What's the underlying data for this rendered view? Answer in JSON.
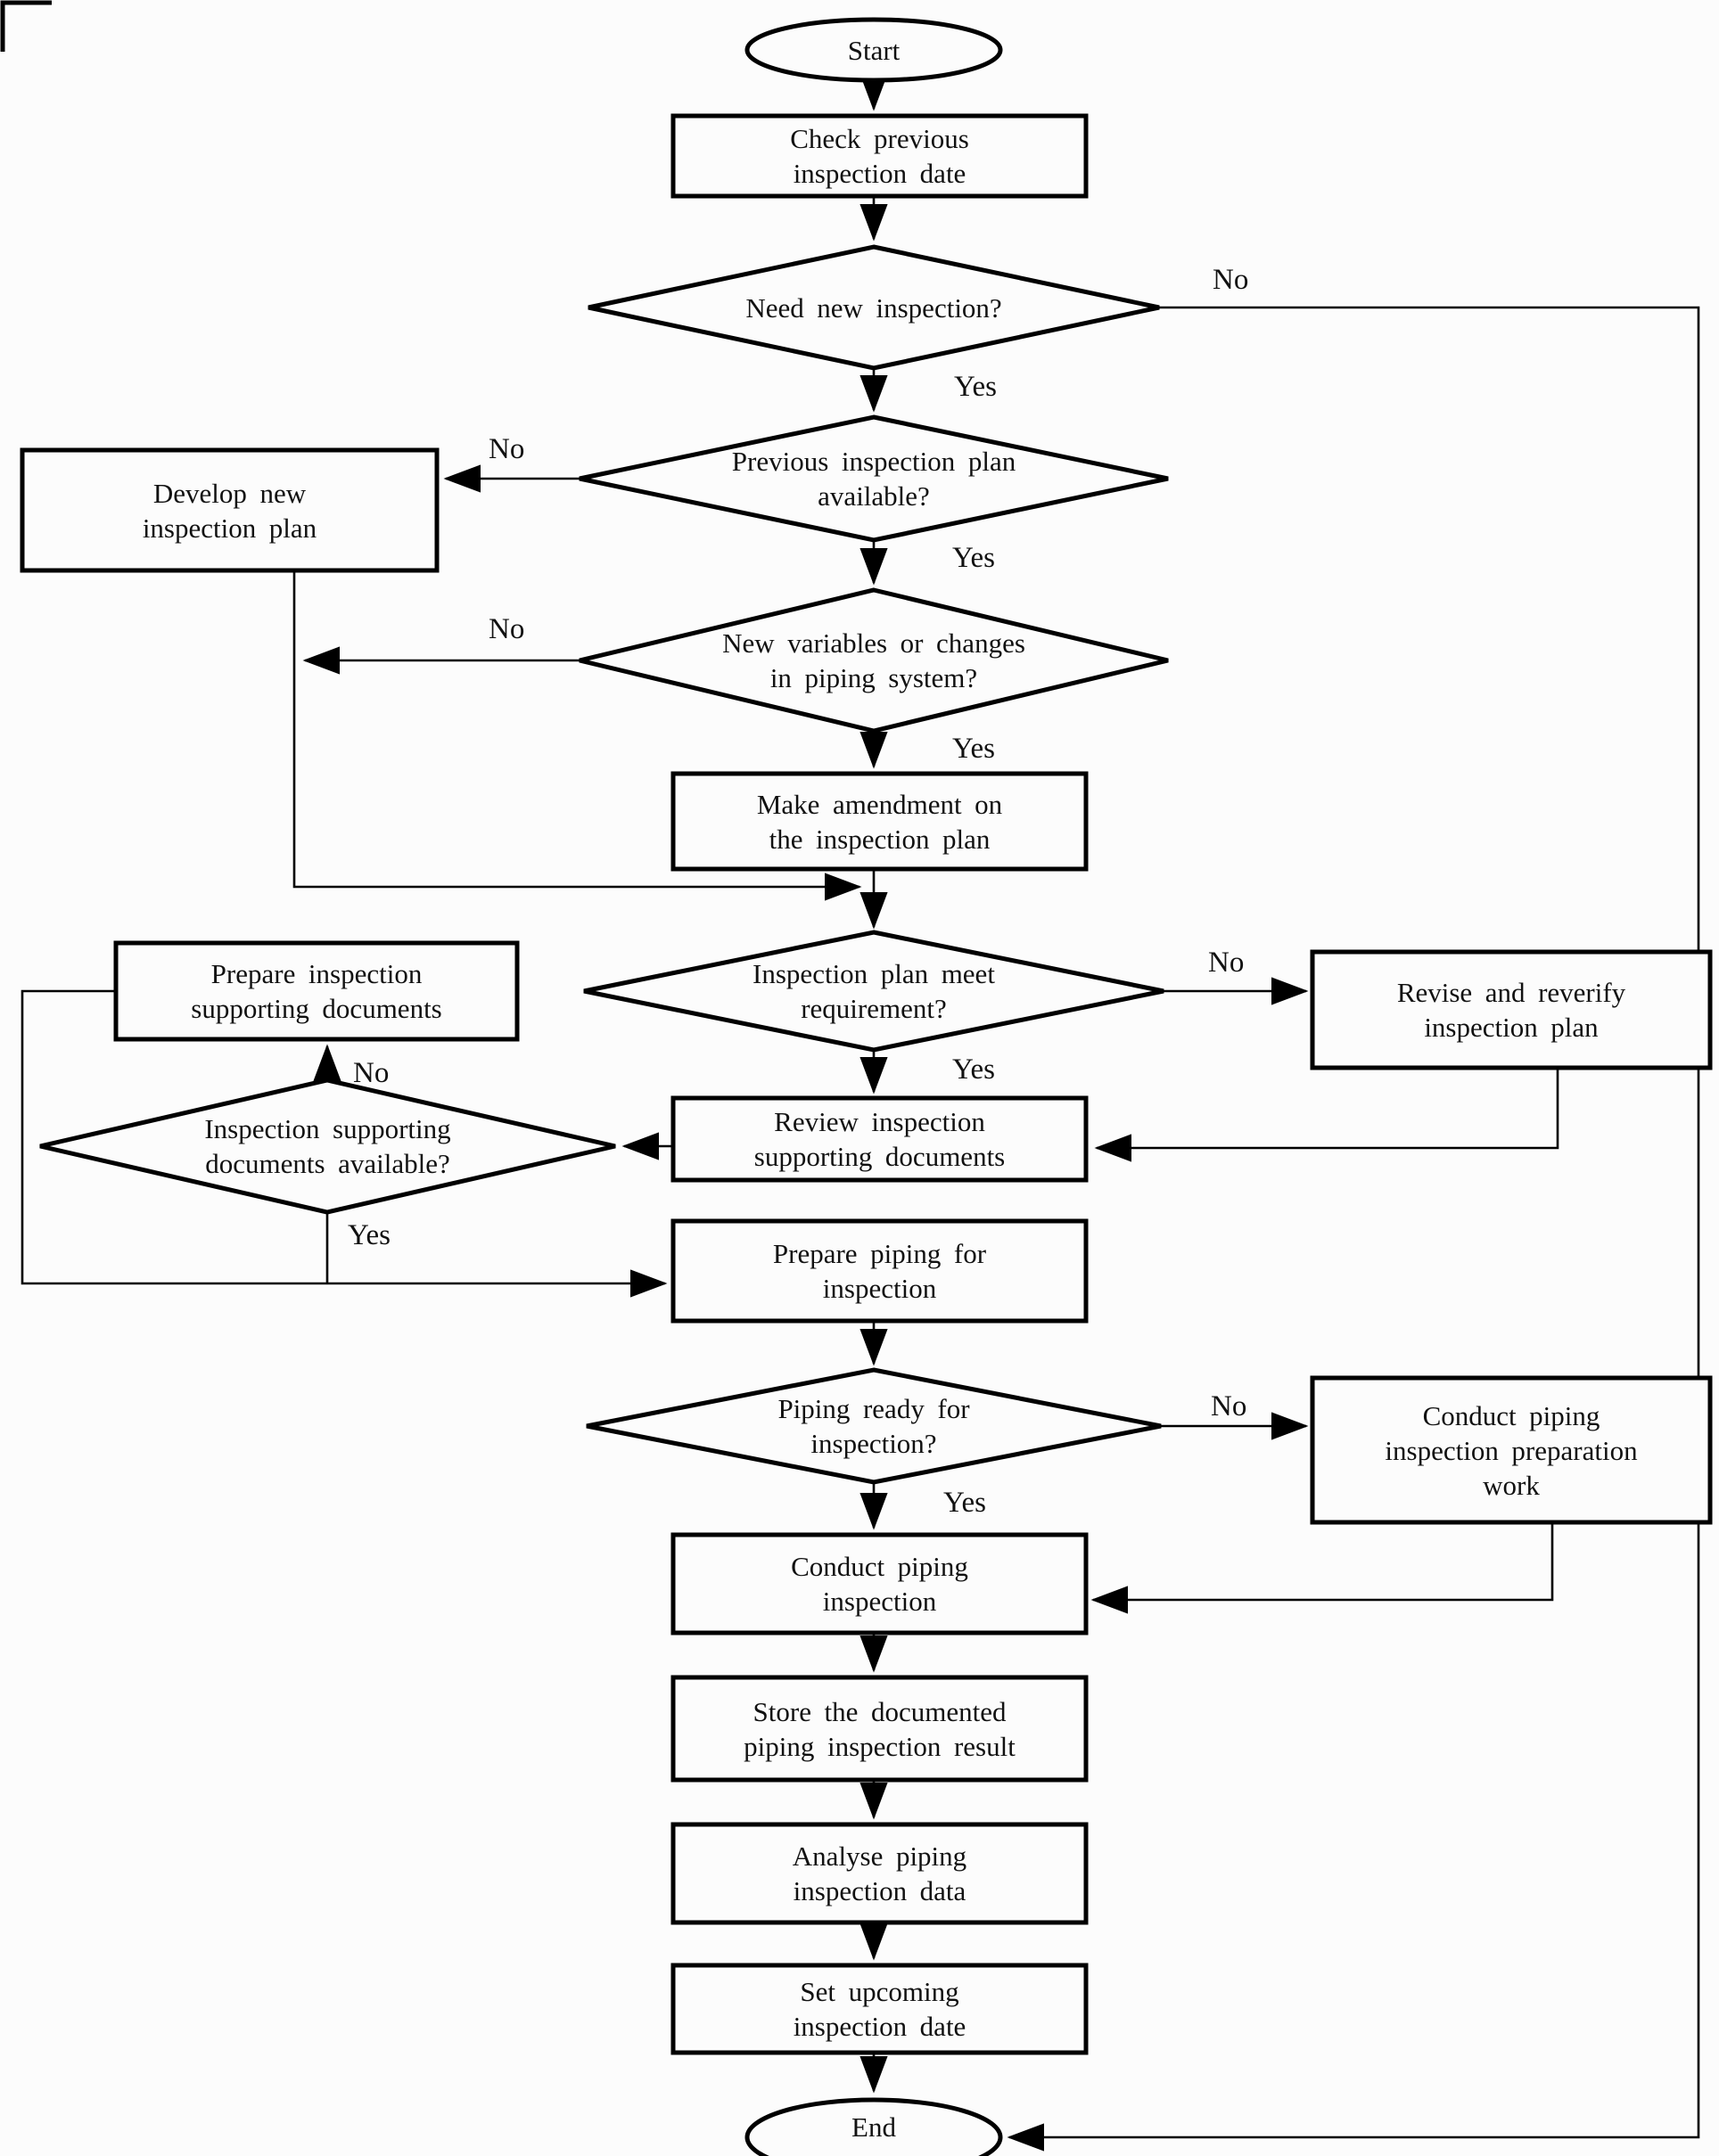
{
  "title": "Piping inspection process flowchart",
  "colors": {
    "line": "#000000",
    "text": "#111111",
    "background": "#fcfcfc"
  },
  "nodes": {
    "start": {
      "type": "terminator",
      "label": "Start"
    },
    "check_previous": {
      "type": "process",
      "label": "Check previous\ninspection date"
    },
    "need_new": {
      "type": "decision",
      "label": "Need new inspection?"
    },
    "prev_plan": {
      "type": "decision",
      "label": "Previous inspection plan\navailable?"
    },
    "develop_new": {
      "type": "process",
      "label": "Develop new\ninspection plan"
    },
    "new_variables": {
      "type": "decision",
      "label": "New variables or changes\nin piping system?"
    },
    "make_amendment": {
      "type": "process",
      "label": "Make amendment on\nthe inspection plan"
    },
    "plan_meet": {
      "type": "decision",
      "label": "Inspection plan meet\nrequirement?"
    },
    "revise": {
      "type": "process",
      "label": "Revise and reverify\ninspection plan"
    },
    "review_docs": {
      "type": "process",
      "label": "Review inspection\nsupporting documents"
    },
    "docs_available": {
      "type": "decision",
      "label": "Inspection supporting\ndocuments available?"
    },
    "prepare_docs": {
      "type": "process",
      "label": "Prepare inspection\nsupporting documents"
    },
    "prepare_piping": {
      "type": "process",
      "label": "Prepare piping for\ninspection"
    },
    "piping_ready": {
      "type": "decision",
      "label": "Piping ready for\ninspection?"
    },
    "conduct_prep": {
      "type": "process",
      "label": "Conduct piping\ninspection preparation\nwork"
    },
    "conduct_inspection": {
      "type": "process",
      "label": "Conduct piping\ninspection"
    },
    "store_result": {
      "type": "process",
      "label": "Store the documented\npiping inspection result"
    },
    "analyse_data": {
      "type": "process",
      "label": "Analyse piping\ninspection data"
    },
    "set_upcoming": {
      "type": "process",
      "label": "Set upcoming\ninspection date"
    },
    "end": {
      "type": "terminator",
      "label": "End"
    }
  },
  "edge_labels": {
    "need_new_no": "No",
    "need_new_yes": "Yes",
    "prev_plan_no": "No",
    "prev_plan_yes": "Yes",
    "new_variables_no": "No",
    "new_variables_yes": "Yes",
    "plan_meet_no": "No",
    "plan_meet_yes": "Yes",
    "docs_available_no": "No",
    "docs_available_yes": "Yes",
    "piping_ready_no": "No",
    "piping_ready_yes": "Yes"
  }
}
